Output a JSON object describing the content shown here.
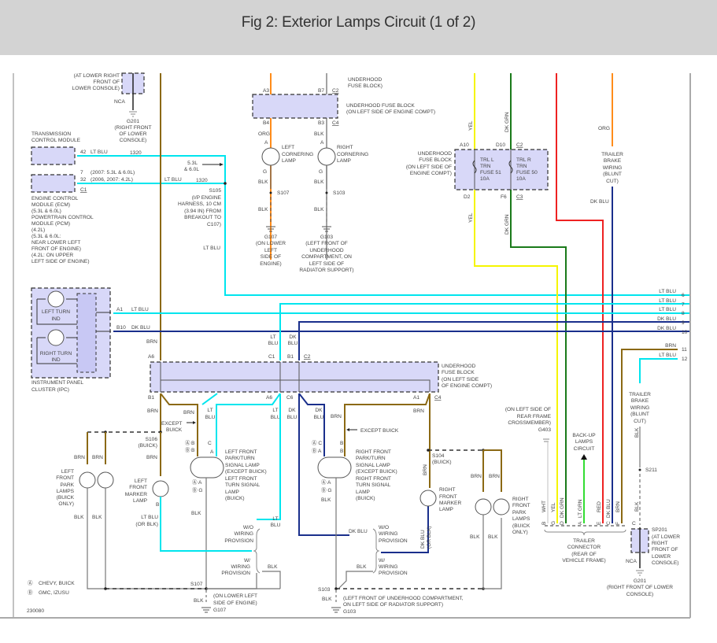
{
  "page": {
    "title": "Fig 2: Exterior Lamps Circuit (1 of 2)",
    "figure_number": "230080"
  },
  "colors": {
    "lt_blu": "#00e5ee",
    "dk_blu": "#1a2f8c",
    "brn": "#8b6914",
    "org": "#ff8c1a",
    "yel": "#f5f500",
    "dk_grn": "#1a7a1a",
    "lt_grn": "#33dd33",
    "red": "#ee2222",
    "blk": "#777777",
    "wht": "#cccccc",
    "component_fill": "#d8d8f8"
  },
  "legend": {
    "a": "CHEVY, BUICK",
    "b": "GMC, IZUSU"
  },
  "top_left": {
    "sp201_partial": [
      "(AT LOWER RIGHT",
      "FRONT OF",
      "LOWER CONSOLE)"
    ],
    "nca": "NCA",
    "g201": [
      "G201",
      "(RIGHT FRONT",
      "OF LOWER",
      "CONSOLE)"
    ]
  },
  "tcm": {
    "label": [
      "TRANSMISSION",
      "CONTROL MODULE"
    ],
    "pin": "42",
    "wire": "LT BLU",
    "circuit": "1320"
  },
  "ecm": {
    "pins": [
      "7",
      "32"
    ],
    "pin_notes": [
      "(2007: 5.3L & 6.0L)",
      "(2006, 2007: 4.2L)"
    ],
    "connector": "C1",
    "wire": "LT BLU",
    "circuit": "1320",
    "label": [
      "ENGINE CONTROL",
      "MODULE (ECM)",
      "(5.3L & 6.0L)",
      "POWERTRAIN CONTROL",
      "MODULE (PCM)",
      "(4.2L)",
      "(5.3L & 6.0L:",
      "NEAR LOWER LEFT",
      "FRONT OF ENGINE)",
      "(4.2L: ON UPPER",
      "LEFT SIDE OF ENGINE)"
    ]
  },
  "s105": {
    "engine_note": [
      "5.3L",
      "& 6.0L"
    ],
    "label": [
      "S105",
      "(I/P ENGINE",
      "HARNESS, 10 CM",
      "(3.94 IN) FROM",
      "BREAKOUT TO",
      "C107)"
    ],
    "wire": "LT BLU"
  },
  "cornering": {
    "top_label": [
      "UNDERHOOD",
      "FUSE BLOCK)"
    ],
    "pins_top": [
      "A3",
      "B7",
      "C2"
    ],
    "pins_bottom": [
      "B4",
      "B3",
      "C4"
    ],
    "block_label": [
      "UNDERHOOD FUSE BLOCK",
      "(ON LEFT SIDE OF ENGINE COMPT)"
    ],
    "left_wire": "ORG",
    "right_wire": "BLK",
    "pin_a": "A",
    "pin_g": "G",
    "left_lamp": [
      "LEFT",
      "CORNERING",
      "LAMP"
    ],
    "right_lamp": [
      "RIGHT",
      "CORNERING",
      "LAMP"
    ],
    "ground_wire": "BLK",
    "left_splice": "S107",
    "right_splice": "S103",
    "left_ground": [
      "G107",
      "(ON LOWER",
      "LEFT",
      "SIDE OF",
      "ENGINE)"
    ],
    "right_ground": [
      "G103",
      "(LEFT FRONT OF",
      "UNDERHOOD",
      "COMPARTMENT, ON",
      "LEFT SIDE OF",
      "RADIATOR SUPPORT)"
    ]
  },
  "trailer_fuses": {
    "label": [
      "UNDERHOOD",
      "FUSE BLOCK",
      "(ON LEFT SIDE OF",
      "ENGINE COMPT)"
    ],
    "pins_top": [
      "A10",
      "D10",
      "C2"
    ],
    "pins_bottom": [
      "D2",
      "F6",
      "C3"
    ],
    "fuse_left": [
      "TRL L",
      "TRN",
      "FUSE 51",
      "10A"
    ],
    "fuse_right": [
      "TRL R",
      "TRN",
      "FUSE 50",
      "10A"
    ],
    "wire_left": "YEL",
    "wire_right": "DK GRN"
  },
  "trailer_brake_top": {
    "wire_in": "ORG",
    "label": [
      "TRAILER",
      "BRAKE",
      "WIRING",
      "(BLUNT",
      "CUT)"
    ],
    "wire_out": "DK BLU"
  },
  "ipc": {
    "left_ind": [
      "LEFT TURN",
      "IND"
    ],
    "right_ind": [
      "RIGHT TURN",
      "IND"
    ],
    "label": [
      "INSTRUMENT PANEL",
      "CLUSTER (IPC)"
    ],
    "pin_a1": "A1",
    "pin_b10": "B10",
    "wire_a1": "LT BLU",
    "wire_b10": "DK BLU"
  },
  "offpage": [
    {
      "wire": "LT BLU",
      "ref": "6"
    },
    {
      "wire": "LT BLU",
      "ref": "7"
    },
    {
      "wire": "LT BLU",
      "ref": "8"
    },
    {
      "wire": "DK BLU",
      "ref": "9"
    },
    {
      "wire": "DK BLU",
      "ref": "10"
    },
    {
      "wire": "BRN",
      "ref": "11"
    },
    {
      "wire": "LT BLU",
      "ref": "12"
    }
  ],
  "main_fuse": {
    "pins_top": [
      "A6",
      "C1",
      "B1",
      "C2"
    ],
    "pins_bottom": [
      "B1",
      "A6",
      "C6",
      "A1",
      "C4"
    ],
    "label": [
      "UNDERHOOD",
      "FUSE BLOCK",
      "(ON LEFT SIDE",
      "OF ENGINE COMPT)"
    ],
    "wire_brn": "BRN",
    "wire_lt": [
      "LT",
      "BLU"
    ],
    "wire_dk": [
      "DK",
      "BLU"
    ]
  },
  "left_front": {
    "brn": "BRN",
    "except_buick": [
      "EXCEPT",
      "BUICK"
    ],
    "s106": [
      "S106",
      "(BUICK)"
    ],
    "park_lamps": [
      "LEFT",
      "FRONT",
      "PARK",
      "LAMPS",
      "(BUICK",
      "ONLY)"
    ],
    "marker_lamp": [
      "LEFT",
      "FRONT",
      "MARKER",
      "LAMP"
    ],
    "marker_wire": [
      "LT BLU",
      "(OR BLK)"
    ],
    "turn_lamp": [
      "LEFT FRONT",
      "PARK/TURN",
      "SIGNAL LAMP",
      "(EXCEPT BUICK)",
      "LEFT FRONT",
      "TURN SIGNAL",
      "LAMP",
      "(BUICK)"
    ],
    "pins": {
      "a": "A",
      "b": "B",
      "c": "C",
      "g": "G"
    },
    "blk": "BLK",
    "wo_provision": [
      "W/O",
      "WIRING",
      "PROVISION"
    ],
    "w_provision": [
      "W/",
      "WIRING",
      "PROVISION"
    ],
    "s107": "S107",
    "g107": [
      "(ON LOWER LEFT",
      "SIDE OF ENGINE)",
      "G107"
    ]
  },
  "right_front": {
    "except_buick": "EXCEPT BUICK",
    "turn_lamp": [
      "RIGHT FRONT",
      "PARK/TURN",
      "SIGNAL LAMP",
      "(EXCEPT BUICK)",
      "RIGHT FRONT",
      "TURN SIGNAL",
      "LAMP",
      "(BUICK)"
    ],
    "s104": [
      "S104",
      "(BUICK)"
    ],
    "marker_lamp": [
      "RIGHT",
      "FRONT",
      "MARKER",
      "LAMP"
    ],
    "marker_wire": [
      "DK BLU",
      "(OR BLK)"
    ],
    "park_lamps": [
      "RIGHT",
      "FRONT",
      "PARK",
      "LAMPS",
      "(BUICK",
      "ONLY)"
    ],
    "dk_blu": "DK BLU",
    "s103": "S103",
    "g103": [
      "(LEFT FRONT OF UNDERHOOD COMPARTMENT,",
      "ON LEFT SIDE OF RADIATOR SUPPORT)",
      "G103"
    ]
  },
  "trailer_connector": {
    "g403": [
      "(ON LEFT SIDE OF",
      "REAR FRAME",
      "CROSSMEMBER)",
      "G403"
    ],
    "backup": [
      "BACK-UP",
      "LAMPS",
      "CIRCUIT"
    ],
    "pins": [
      "B",
      "G",
      "D",
      "A",
      "E",
      "C",
      "F"
    ],
    "wires": [
      "WHT",
      "YEL",
      "DK GRN",
      "LT GRN",
      "RED",
      "DK BLU",
      "BRN"
    ],
    "label": [
      "TRAILER",
      "CONNECTOR",
      "(REAR OF",
      "VEHICLE FRAME)"
    ]
  },
  "trailer_brake_bottom": {
    "label": [
      "TRAILER",
      "BRAKE",
      "WIRING",
      "(BLUNT",
      "CUT)"
    ],
    "wire": "BLK",
    "s211": "S211",
    "pin": "C",
    "sp201": [
      "SP201",
      "(AT LOWER",
      "RIGHT",
      "FRONT OF",
      "LOWER",
      "CONSOLE)"
    ],
    "nca": "NCA",
    "g201": [
      "G201",
      "(RIGHT FRONT OF LOWER",
      "CONSOLE)"
    ]
  }
}
